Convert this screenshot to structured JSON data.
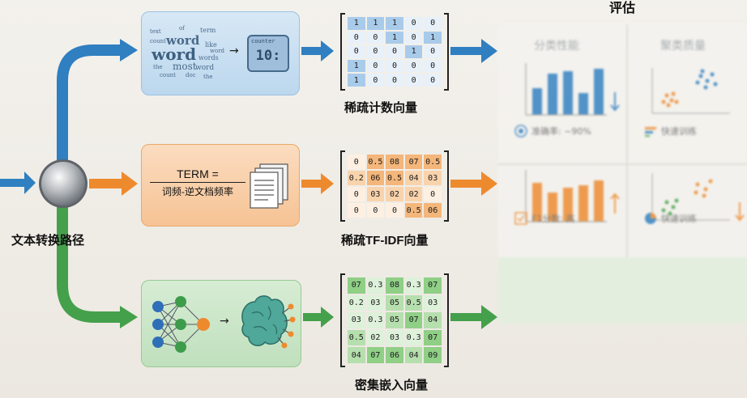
{
  "title": "评估",
  "hub_label": "文本转换路径",
  "paths": {
    "sparse_count": {
      "caption": "稀疏计数向量",
      "counter_label": "counter",
      "counter_value": "10:",
      "words": [
        "word",
        "word",
        "like",
        "most",
        "words",
        "text",
        "term",
        "word",
        "the",
        "count",
        "doc",
        "the",
        "of",
        "count",
        "word"
      ],
      "matrix": [
        [
          "1",
          "1",
          "1",
          "0",
          "0"
        ],
        [
          "0",
          "0",
          "1",
          "0",
          "1"
        ],
        [
          "0",
          "0",
          "0",
          "1",
          "0"
        ],
        [
          "1",
          "0",
          "0",
          "0",
          "0"
        ],
        [
          "1",
          "0",
          "0",
          "0",
          "0"
        ]
      ]
    },
    "sparse_tfidf": {
      "term_top": "TERM =",
      "term_bottom": "词频-逆文档频率",
      "caption": "稀疏TF-IDF向量",
      "matrix": [
        [
          "0",
          "0.5",
          "08",
          "07",
          "0.5"
        ],
        [
          "0.2",
          "06",
          "0.5",
          "04",
          "03"
        ],
        [
          "0",
          "03",
          "02",
          "02",
          "0"
        ],
        [
          "0",
          "0",
          "0",
          "0.5",
          "06"
        ]
      ]
    },
    "dense": {
      "caption": "密集嵌入向量",
      "matrix": [
        [
          "07",
          "0.3",
          "08",
          "0.3",
          "07"
        ],
        [
          "0.2",
          "03",
          "05",
          "0.5",
          "03"
        ],
        [
          "03",
          "0.3",
          "05",
          "07",
          "04"
        ],
        [
          "0.5",
          "02",
          "03",
          "0.3",
          "07"
        ],
        [
          "04",
          "07",
          "06",
          "04",
          "09"
        ]
      ]
    }
  },
  "evaluation": {
    "col1_header": "分类性能",
    "col2_header": "聚类质量",
    "metric1": "准确率: ~90%",
    "metric2": "快速训练",
    "metric3": "F1分数: 高",
    "metric4": "快速训练",
    "bars_top": [
      0.55,
      0.85,
      0.9,
      0.45,
      0.95
    ],
    "bars_bottom": [
      0.8,
      0.6,
      0.7,
      0.75,
      0.85
    ]
  },
  "colors": {
    "blue": "#2f7fc1",
    "orange": "#ee8a2e",
    "green": "#45a04c",
    "grey_hub": "#8a8f94"
  },
  "icons": [
    "right-arrow-icon",
    "document-stack-icon",
    "neural-network-icon",
    "brain-icon",
    "target-icon",
    "checkbox-icon"
  ]
}
